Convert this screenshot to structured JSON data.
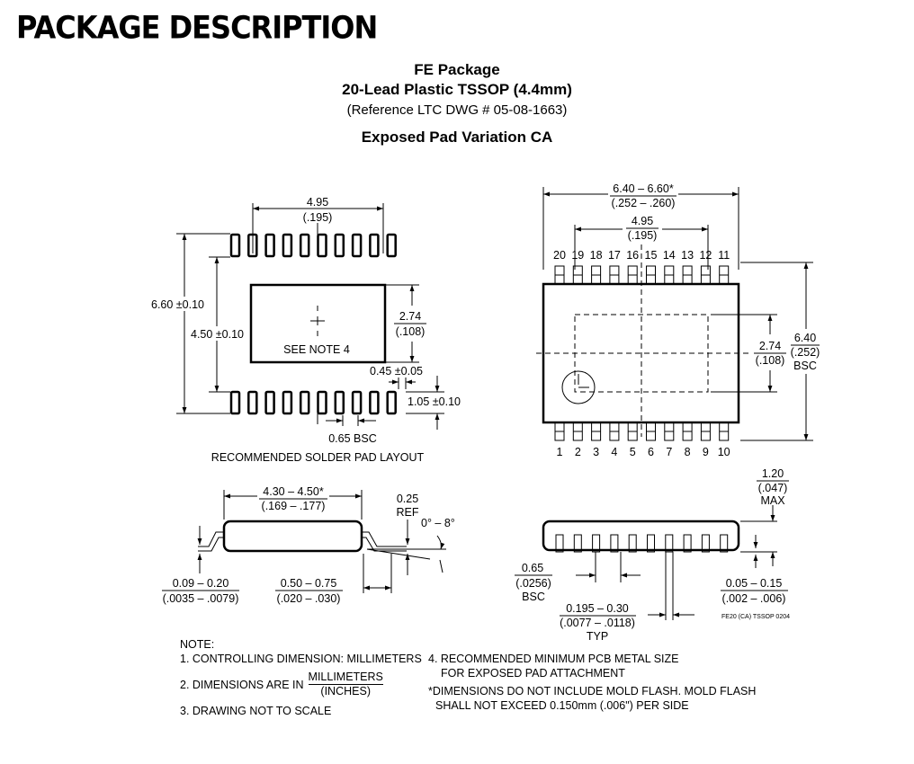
{
  "header": {
    "title": "PACKAGE DESCRIPTION"
  },
  "package": {
    "name": "FE Package",
    "type": "20-Lead Plastic TSSOP (4.4mm)",
    "reference": "(Reference LTC DWG # 05-08-1663)",
    "variation": "Exposed Pad Variation CA"
  },
  "solder_layout": {
    "width_mm": "4.95",
    "width_in": "(.195)",
    "outer_height": "6.60 ±0.10",
    "inner_height": "4.50 ±0.10",
    "pad_height_mm": "2.74",
    "pad_height_in": "(.108)",
    "see_note": "SEE NOTE 4",
    "lead_width": "0.45 ±0.05",
    "lead_length": "1.05 ±0.10",
    "pitch": "0.65 BSC",
    "caption": "RECOMMENDED SOLDER PAD LAYOUT"
  },
  "top_view": {
    "body_width_mm": "6.40 – 6.60*",
    "body_width_in": "(.252 – .260)",
    "pad_width_mm": "4.95",
    "pad_width_in": "(.195)",
    "pad_height_mm": "2.74",
    "pad_height_in": "(.108)",
    "overall_mm": "6.40",
    "overall_in": "(.252)",
    "overall_bsc": "BSC",
    "pins_top": [
      "20",
      "19",
      "18",
      "17",
      "16",
      "15",
      "14",
      "13",
      "12",
      "11"
    ],
    "pins_bottom": [
      "1",
      "2",
      "3",
      "4",
      "5",
      "6",
      "7",
      "8",
      "9",
      "10"
    ]
  },
  "side_left": {
    "body_mm": "4.30 – 4.50*",
    "body_in": "(.169 – .177)",
    "ref_mm": "0.25",
    "ref_label": "REF",
    "angle": "0° – 8°",
    "thickness_mm": "0.09 – 0.20",
    "thickness_in": "(.0035 – .0079)",
    "foot_mm": "0.50 – 0.75",
    "foot_in": "(.020 – .030)"
  },
  "side_right": {
    "height_mm": "1.20",
    "height_in": "(.047)",
    "height_max": "MAX",
    "pitch_mm": "0.65",
    "pitch_in": "(.0256)",
    "pitch_bsc": "BSC",
    "lead_mm": "0.195 – 0.30",
    "lead_in": "(.0077 – .0118)",
    "lead_typ": "TYP",
    "standoff_mm": "0.05 – 0.15",
    "standoff_in": "(.002 – .006)",
    "drawing_code": "FE20 (CA)  TSSOP 0204"
  },
  "notes": {
    "heading": "NOTE:",
    "n1": "1. CONTROLLING DIMENSION: MILLIMETERS",
    "n2_prefix": "2. DIMENSIONS ARE IN",
    "n2_num": "MILLIMETERS",
    "n2_den": "(INCHES)",
    "n3": "3. DRAWING NOT TO SCALE",
    "n4_a": "4. RECOMMENDED MINIMUM PCB METAL SIZE",
    "n4_b": "FOR EXPOSED PAD ATTACHMENT",
    "star_a": "*DIMENSIONS DO NOT INCLUDE MOLD FLASH. MOLD FLASH",
    "star_b": "SHALL NOT EXCEED 0.150mm (.006\") PER SIDE"
  }
}
